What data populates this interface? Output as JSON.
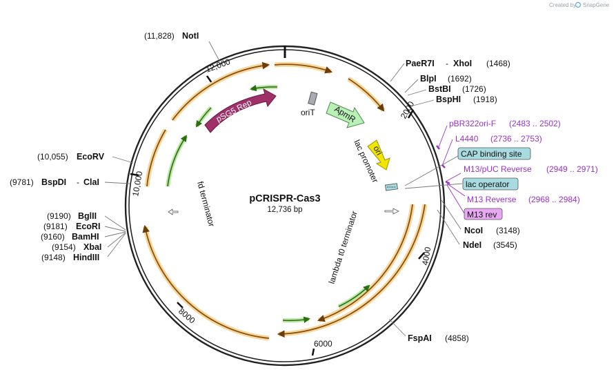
{
  "credit": {
    "text": "Created by",
    "brand": "SnapGene"
  },
  "plasmid": {
    "name": "pCRISPR-Cas3",
    "size": "12,736 bp"
  },
  "ticks": [
    "2000",
    "4000",
    "6000",
    "8000",
    "10,000",
    "12,000"
  ],
  "enzymes": {
    "noti": {
      "pos": "(11,828)",
      "name": "NotI"
    },
    "paer7i": {
      "name": "PaeR7I",
      "sep": "-",
      "name2": "XhoI",
      "pos": "(1468)"
    },
    "blpi": {
      "name": "BlpI",
      "pos": "(1692)"
    },
    "bstbi": {
      "name": "BstBI",
      "pos": "(1726)"
    },
    "bsphi": {
      "name": "BspHI",
      "pos": "(1918)"
    },
    "ncoi": {
      "name": "NcoI",
      "pos": "(3148)"
    },
    "ndei": {
      "name": "NdeI",
      "pos": "(3545)"
    },
    "fspai": {
      "name": "FspAI",
      "pos": "(4858)"
    },
    "ecorv": {
      "pos": "(10,055)",
      "name": "EcoRV"
    },
    "bspdi": {
      "pos": "(9781)",
      "name": "BspDI",
      "sep": "-",
      "name2": "ClaI"
    },
    "bglii": {
      "pos": "(9190)",
      "name": "BglII"
    },
    "ecori": {
      "pos": "(9181)",
      "name": "EcoRI"
    },
    "bamhi": {
      "pos": "(9160)",
      "name": "BamHI"
    },
    "xbai": {
      "pos": "(9154)",
      "name": "XbaI"
    },
    "hindiii": {
      "pos": "(9148)",
      "name": "HindIII"
    }
  },
  "primers": {
    "pbr322": {
      "name": "pBR322ori-F",
      "range": "(2483 .. 2502)"
    },
    "l4440": {
      "name": "L4440",
      "range": "(2736 .. 2753)"
    },
    "m13puc": {
      "name": "M13/pUC Reverse",
      "range": "(2949 .. 2971)"
    },
    "m13rev_long": {
      "name": "M13 Reverse",
      "range": "(2968 .. 2984)"
    },
    "m13rev": {
      "name": "M13 rev"
    }
  },
  "boxes": {
    "cap": "CAP binding site",
    "lacop": "lac operator"
  },
  "features": {
    "psg5": "pSG5 Rep",
    "orit": "oriT",
    "apmr": "ApmR",
    "ori": "ori",
    "lacprom": "lac promoter",
    "fd": "fd terminator",
    "lambda": "lambda t0 terminator"
  },
  "colors": {
    "backbone": "#222222",
    "cds_orange": "#e8a33a",
    "cds_green": "#5fa83a",
    "psg5_fill": "#a0306a",
    "apmr_fill": "#b8f0b8",
    "ori_fill": "#f2e600",
    "orit_fill": "#a8acb2",
    "box_fill": "#a8dbe0",
    "m13rev_fill": "#e8a8f2",
    "primer": "#9b30c8"
  }
}
